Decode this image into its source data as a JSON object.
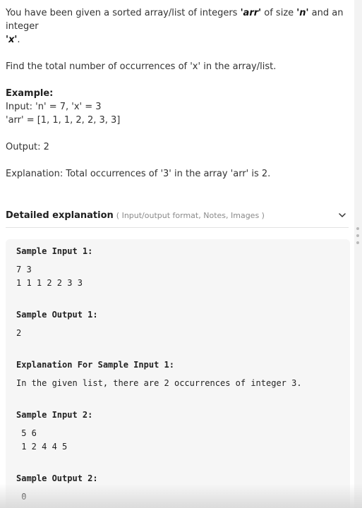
{
  "problem": {
    "line1_a": "You have been given a sorted array/list of integers ",
    "line1_b": "'arr'",
    "line1_c": " of size ",
    "line1_d": "'n'",
    "line1_e": " and an integer",
    "line1_f": "'x'",
    "line1_g": ".",
    "task": "Find the total number of occurrences of 'x' in the array/list.",
    "example_heading": "Example:",
    "example_input": "Input: 'n' = 7, 'x' = 3",
    "example_arr": "'arr' = [1, 1, 1, 2, 2, 3, 3]",
    "example_output": "Output: 2",
    "example_explanation": "Explanation: Total occurrences of '3' in the array 'arr' is 2."
  },
  "detail": {
    "title": "Detailed explanation",
    "hint": "( Input/output format, Notes, Images )",
    "icon": "chevron-down-icon"
  },
  "samples": {
    "input1_label": "Sample Input 1:",
    "input1_line1": "7 3",
    "input1_line2": "1 1 1 2 2 3 3",
    "output1_label": "Sample Output 1:",
    "output1_value": "2",
    "explanation1_label": "Explanation For Sample Input 1:",
    "explanation1_text": "In the given list, there are 2 occurrences of integer 3.",
    "input2_label": "Sample Input 2:",
    "input2_line1": " 5 6",
    "input2_line2": " 1 2 4 4 5",
    "output2_label": "Sample Output 2:",
    "output2_value": " 0"
  }
}
